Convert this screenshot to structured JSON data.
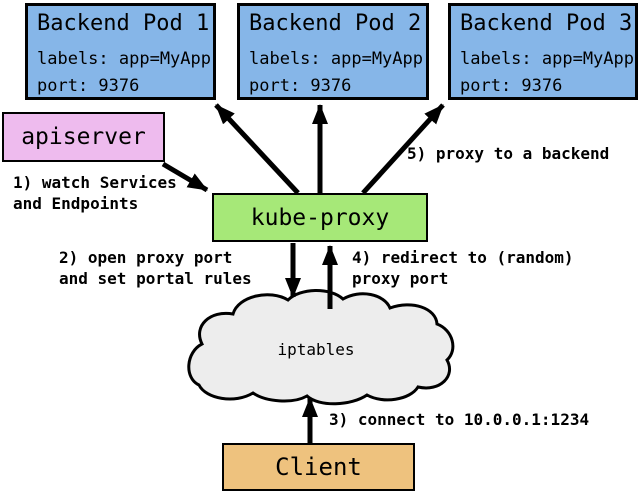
{
  "nodes": {
    "pods": [
      {
        "title": "Backend Pod 1",
        "labels": "labels: app=MyApp",
        "port": "port: 9376"
      },
      {
        "title": "Backend Pod 2",
        "labels": "labels: app=MyApp",
        "port": "port: 9376"
      },
      {
        "title": "Backend Pod 3",
        "labels": "labels: app=MyApp",
        "port": "port: 9376"
      }
    ],
    "apiserver": {
      "label": "apiserver"
    },
    "kube_proxy": {
      "label": "kube-proxy"
    },
    "iptables_cloud": {
      "label": "iptables"
    },
    "client": {
      "label": "Client"
    }
  },
  "annotations": {
    "step1": "1) watch Services\nand Endpoints",
    "step2": "2) open proxy port\nand set portal rules",
    "step3": "3) connect to 10.0.0.1:1234",
    "step4": "4) redirect to (random)\nproxy port",
    "step5": "5) proxy to a backend"
  },
  "colors": {
    "pod_fill": "#86b6e8",
    "apiserver_fill": "#eebbee",
    "kube_proxy_fill": "#a6e878",
    "client_fill": "#eec27e",
    "cloud_fill": "#ededed",
    "line_color": "#000000",
    "background": "#ffffff"
  }
}
